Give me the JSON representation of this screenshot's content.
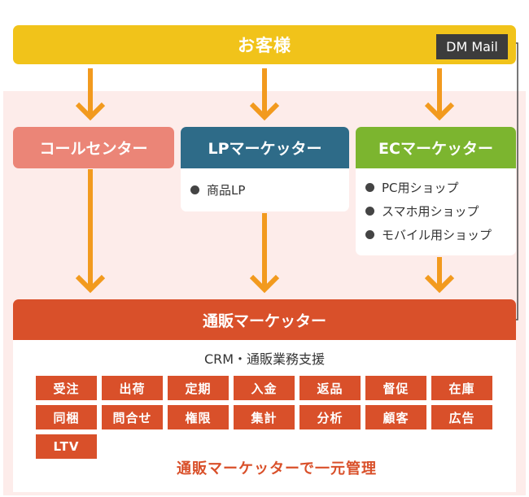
{
  "customer": {
    "label": "お客様"
  },
  "dm_mail": {
    "label": "DM Mail"
  },
  "call_center": {
    "label": "コールセンター"
  },
  "lp_marketer": {
    "label": "LPマーケッター",
    "items": [
      "商品LP"
    ]
  },
  "ec_marketer": {
    "label": "ECマーケッター",
    "items": [
      "PC用ショップ",
      "スマホ用ショップ",
      "モバイル用ショップ"
    ]
  },
  "tsuhan_marketer": {
    "label": "通販マーケッター",
    "subtitle": "CRM・通販業務支援",
    "tags": [
      "受注",
      "出荷",
      "定期",
      "入金",
      "返品",
      "督促",
      "在庫",
      "同梱",
      "問合せ",
      "権限",
      "集計",
      "分析",
      "顧客",
      "広告",
      "LTV"
    ],
    "summary": "通販マーケッターで一元管理"
  },
  "colors": {
    "customer": "#f1c31a",
    "call_center": "#eb8577",
    "lp": "#2e6b88",
    "ec": "#7cb52f",
    "tsuhan": "#d9502a",
    "arrow": "#f29a1e",
    "panel": "#fdecea"
  }
}
